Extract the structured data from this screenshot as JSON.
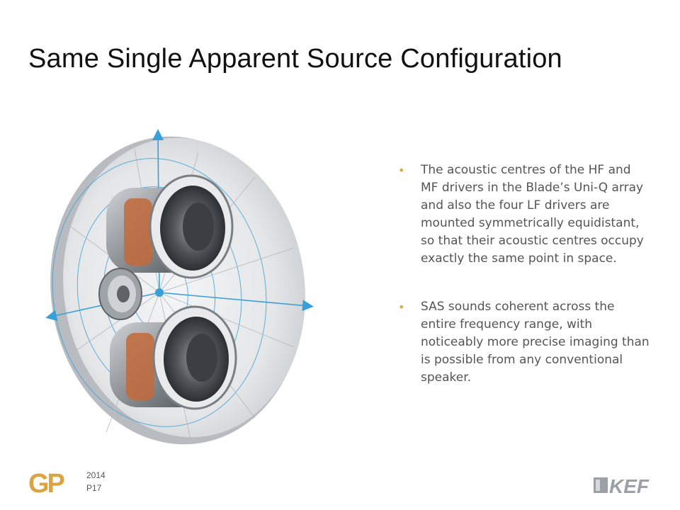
{
  "slide": {
    "title": "Same Single Apparent Source Configuration",
    "bullets": [
      "The acoustic centres of the HF and MF drivers in the Blade’s Uni-Q array and also the four LF drivers are mounted symmetrically equidistant, so that their acoustic centres occupy exactly the same point in space.",
      "SAS sounds coherent across the entire frequency range, with noticeably more precise imaging than is possible from any conventional speaker."
    ],
    "bullet_symbol": "•"
  },
  "footer": {
    "year": "2014",
    "page": "P17",
    "left_logo": "GP",
    "right_logo": "KEF"
  },
  "colors": {
    "accent": "#e0a63a",
    "axis_blue": "#3a9fd6",
    "text_gray": "#555555",
    "title": "#111111"
  },
  "icons": {
    "illustration": "speaker-driver-array-icon",
    "left_logo": "gp-logo",
    "right_logo": "kef-logo"
  }
}
